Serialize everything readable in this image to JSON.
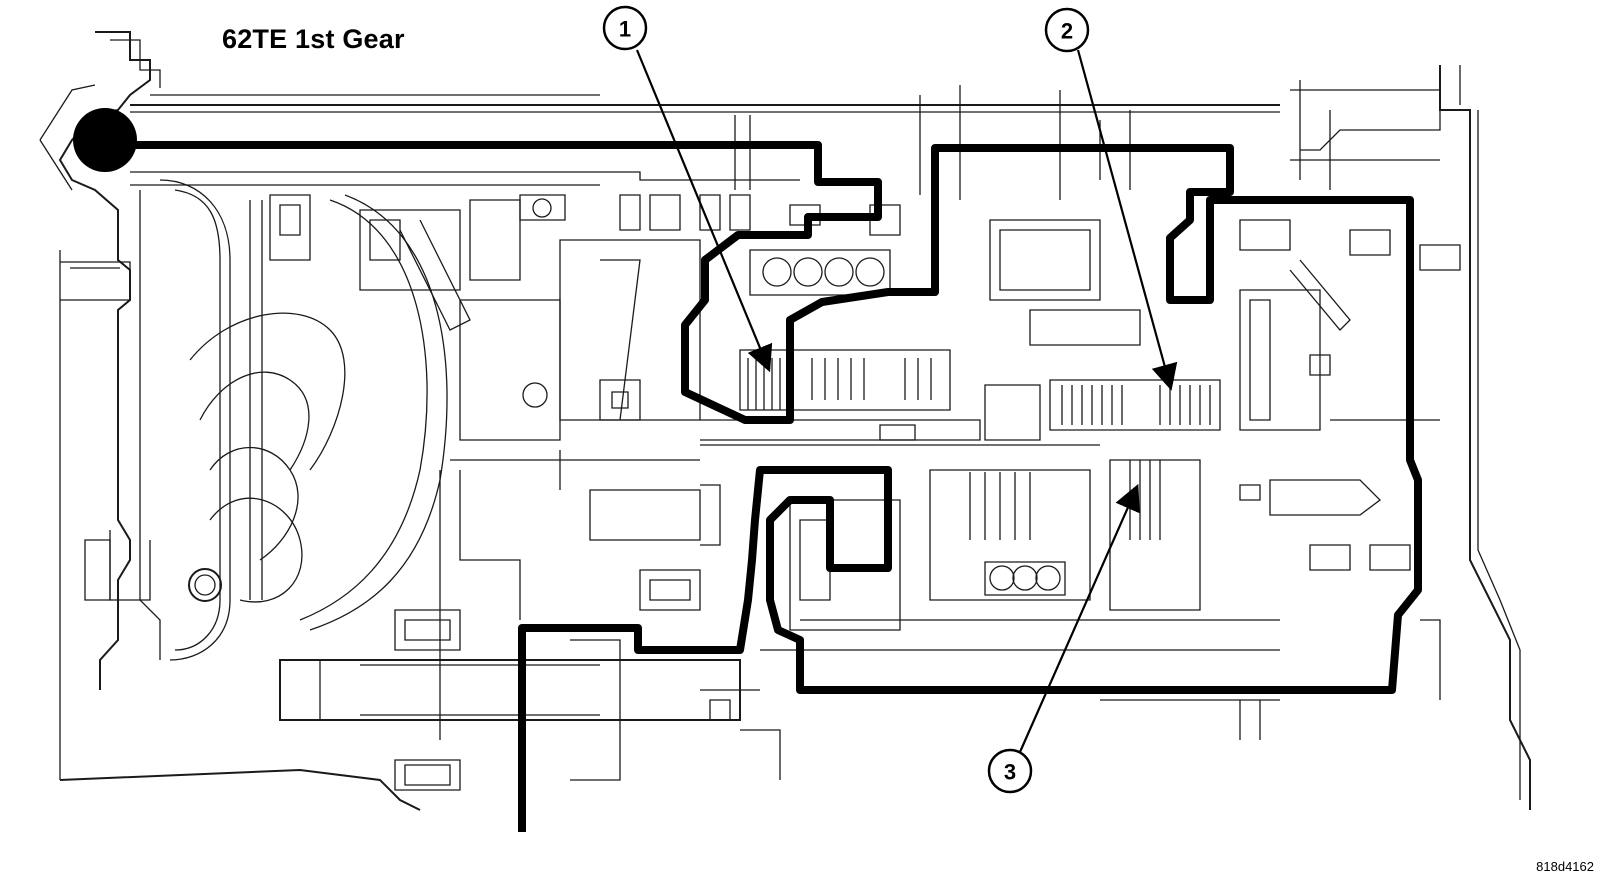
{
  "diagram": {
    "title": "62TE 1st Gear",
    "figure_id": "818d4162",
    "callouts": [
      {
        "label": "1"
      },
      {
        "label": "2"
      },
      {
        "label": "3"
      }
    ],
    "colors": {
      "line_art": "#1a1a1a",
      "fluid_path": "#000000",
      "background": "#ffffff"
    }
  }
}
